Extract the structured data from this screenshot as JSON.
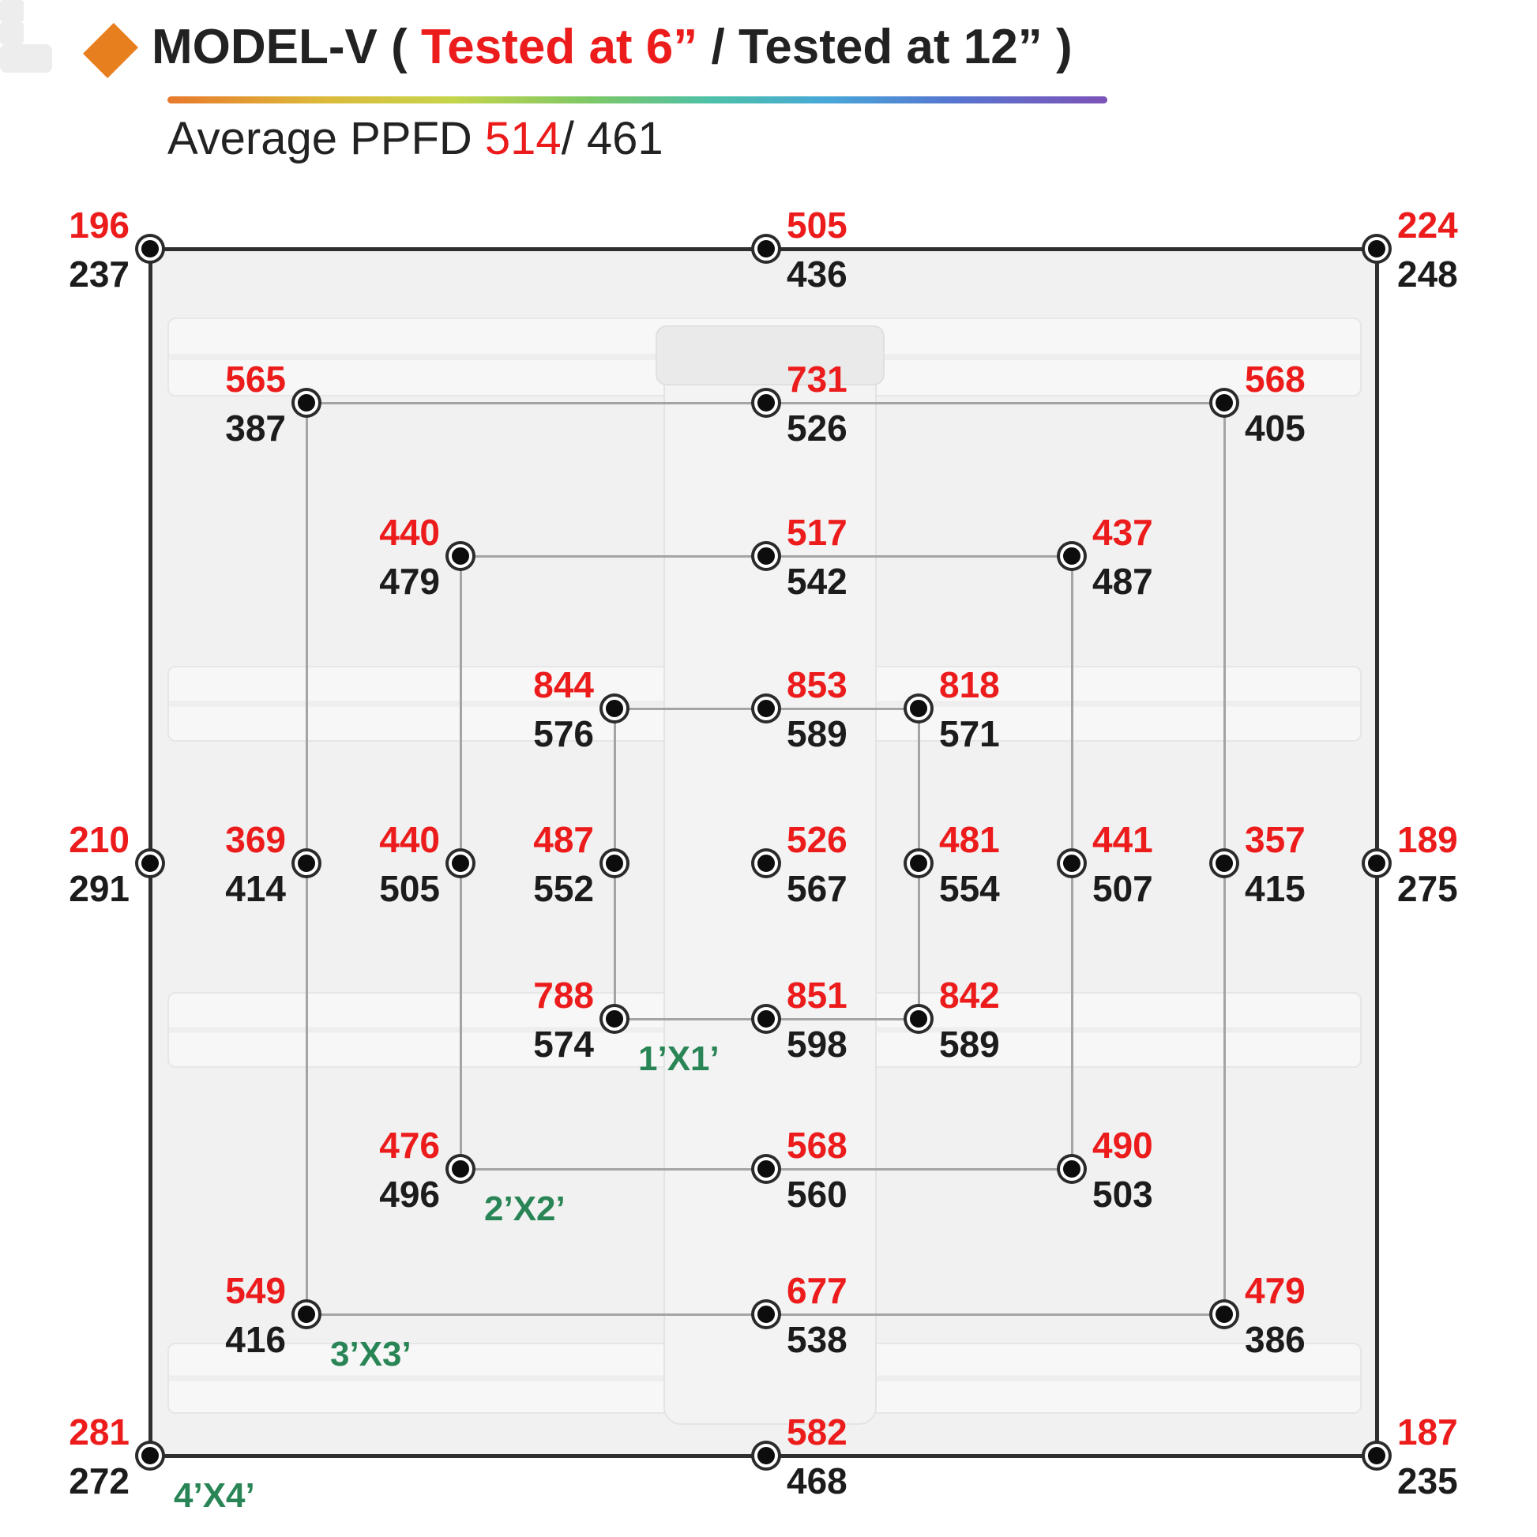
{
  "header": {
    "title": {
      "prefix": "MODEL-V ( ",
      "highlight": "Tested at 6” ",
      "suffix": "/ Tested at 12” )"
    },
    "average": {
      "label": "Average PPFD ",
      "value_at_6": "514",
      "separator": "/ ",
      "value_at_12": "461"
    }
  },
  "colors": {
    "value_at_6_red": "#ed1c1c",
    "value_at_12_black": "#1c1c1c",
    "ring_label_green": "#2a8556",
    "bullet_orange": "#e87f1e"
  },
  "map": {
    "description": "PPFD measurement grid, red = tested at 6 inches, black = tested at 12 inches",
    "rings": [
      {
        "name": "4x4",
        "label": "4’X4’"
      },
      {
        "name": "3x3",
        "label": "3’X3’"
      },
      {
        "name": "2x2",
        "label": "2’X2’"
      },
      {
        "name": "1x1",
        "label": "1’X1’"
      }
    ],
    "points": [
      {
        "ring": "4x4",
        "col": 0,
        "row": 0,
        "at6": "196",
        "at12": "237"
      },
      {
        "ring": "4x4",
        "col": 4,
        "row": 0,
        "at6": "505",
        "at12": "436"
      },
      {
        "ring": "4x4",
        "col": 8,
        "row": 0,
        "at6": "224",
        "at12": "248"
      },
      {
        "ring": "4x4",
        "col": 0,
        "row": 4,
        "at6": "210",
        "at12": "291"
      },
      {
        "ring": "4x4",
        "col": 8,
        "row": 4,
        "at6": "189",
        "at12": "275"
      },
      {
        "ring": "4x4",
        "col": 0,
        "row": 8,
        "at6": "281",
        "at12": "272"
      },
      {
        "ring": "4x4",
        "col": 4,
        "row": 8,
        "at6": "582",
        "at12": "468"
      },
      {
        "ring": "4x4",
        "col": 8,
        "row": 8,
        "at6": "187",
        "at12": "235"
      },
      {
        "ring": "3x3",
        "col": 1,
        "row": 1,
        "at6": "565",
        "at12": "387"
      },
      {
        "ring": "3x3",
        "col": 4,
        "row": 1,
        "at6": "731",
        "at12": "526"
      },
      {
        "ring": "3x3",
        "col": 7,
        "row": 1,
        "at6": "568",
        "at12": "405"
      },
      {
        "ring": "3x3",
        "col": 1,
        "row": 4,
        "at6": "369",
        "at12": "414"
      },
      {
        "ring": "3x3",
        "col": 7,
        "row": 4,
        "at6": "357",
        "at12": "415"
      },
      {
        "ring": "3x3",
        "col": 1,
        "row": 7,
        "at6": "549",
        "at12": "416"
      },
      {
        "ring": "3x3",
        "col": 4,
        "row": 7,
        "at6": "677",
        "at12": "538"
      },
      {
        "ring": "3x3",
        "col": 7,
        "row": 7,
        "at6": "479",
        "at12": "386"
      },
      {
        "ring": "2x2",
        "col": 2,
        "row": 2,
        "at6": "440",
        "at12": "479"
      },
      {
        "ring": "2x2",
        "col": 4,
        "row": 2,
        "at6": "517",
        "at12": "542"
      },
      {
        "ring": "2x2",
        "col": 6,
        "row": 2,
        "at6": "437",
        "at12": "487"
      },
      {
        "ring": "2x2",
        "col": 2,
        "row": 4,
        "at6": "440",
        "at12": "505"
      },
      {
        "ring": "2x2",
        "col": 6,
        "row": 4,
        "at6": "441",
        "at12": "507"
      },
      {
        "ring": "2x2",
        "col": 2,
        "row": 6,
        "at6": "476",
        "at12": "496"
      },
      {
        "ring": "2x2",
        "col": 4,
        "row": 6,
        "at6": "568",
        "at12": "560"
      },
      {
        "ring": "2x2",
        "col": 6,
        "row": 6,
        "at6": "490",
        "at12": "503"
      },
      {
        "ring": "1x1",
        "col": 3,
        "row": 3,
        "at6": "844",
        "at12": "576"
      },
      {
        "ring": "1x1",
        "col": 4,
        "row": 3,
        "at6": "853",
        "at12": "589"
      },
      {
        "ring": "1x1",
        "col": 5,
        "row": 3,
        "at6": "818",
        "at12": "571"
      },
      {
        "ring": "1x1",
        "col": 3,
        "row": 4,
        "at6": "487",
        "at12": "552"
      },
      {
        "ring": "1x1",
        "col": 4,
        "row": 4,
        "at6": "526",
        "at12": "567"
      },
      {
        "ring": "1x1",
        "col": 5,
        "row": 4,
        "at6": "481",
        "at12": "554"
      },
      {
        "ring": "1x1",
        "col": 3,
        "row": 5,
        "at6": "788",
        "at12": "574"
      },
      {
        "ring": "1x1",
        "col": 4,
        "row": 5,
        "at6": "851",
        "at12": "598"
      },
      {
        "ring": "1x1",
        "col": 5,
        "row": 5,
        "at6": "842",
        "at12": "589"
      }
    ],
    "ring_labels": [
      {
        "text": "1’X1’",
        "col": 3,
        "row": 5
      },
      {
        "text": "2’X2’",
        "col": 2,
        "row": 6
      },
      {
        "text": "3’X3’",
        "col": 1,
        "row": 7
      },
      {
        "text": "4’X4’",
        "col": 0,
        "row": 8
      }
    ]
  }
}
